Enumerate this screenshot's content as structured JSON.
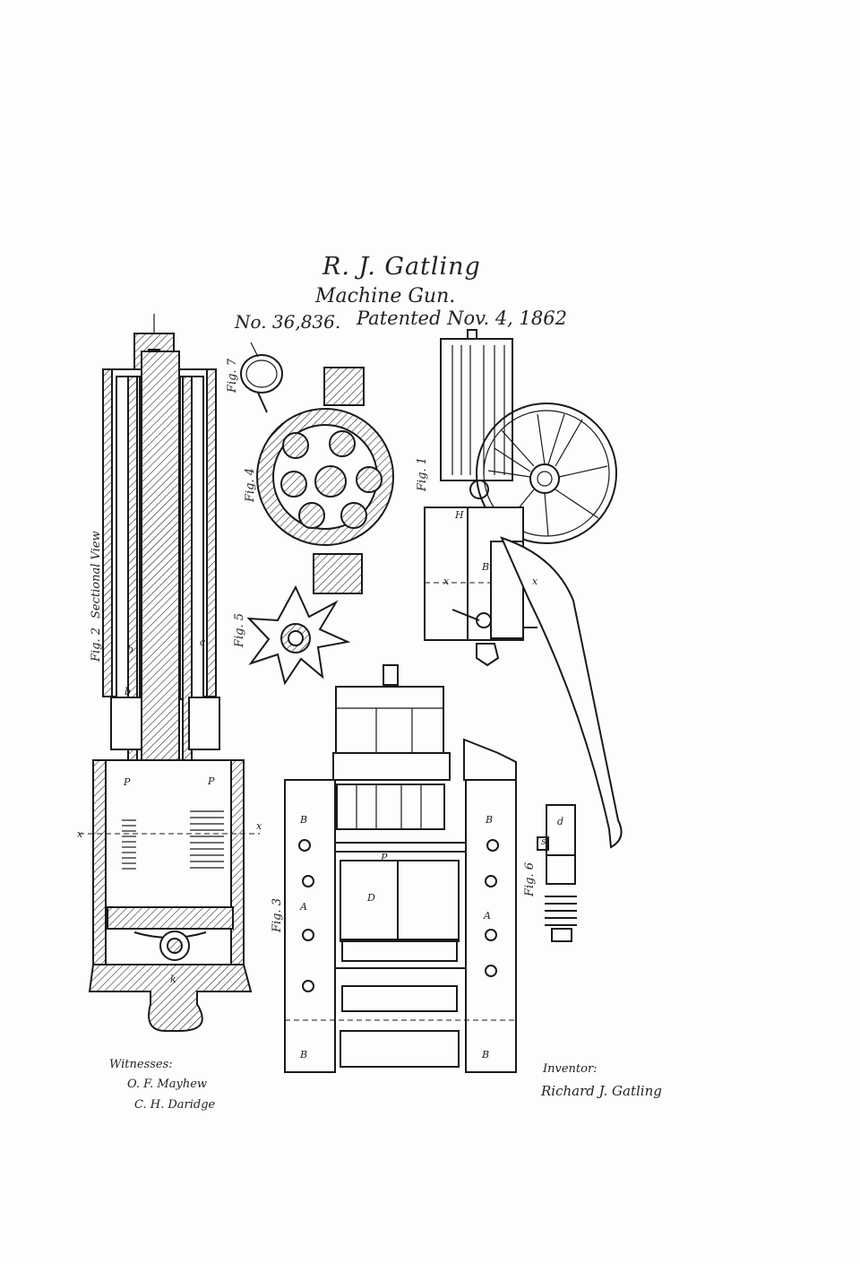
{
  "header": {
    "title": "R. J. Gatling",
    "subtitle": "Machine Gun.",
    "patent_number": "No. 36,836.",
    "patented": "Patented Nov. 4, 1862"
  },
  "figures": {
    "fig1": "Fig. 1",
    "fig2": "Fig. 2",
    "fig2_caption": "Sectional View",
    "fig3": "Fig. 3",
    "fig4": "Fig. 4",
    "fig5": "Fig. 5",
    "fig6": "Fig. 6",
    "fig7": "Fig. 7"
  },
  "witnesses": {
    "label": "Witnesses:",
    "names": [
      "O. F. Mayhew",
      "C. H. Daridge"
    ]
  },
  "inventor": {
    "label": "Inventor:",
    "signature": "Richard J. Gatling"
  },
  "colors": {
    "ink": "#1a1a1a",
    "paper": "#fdfdfb"
  }
}
